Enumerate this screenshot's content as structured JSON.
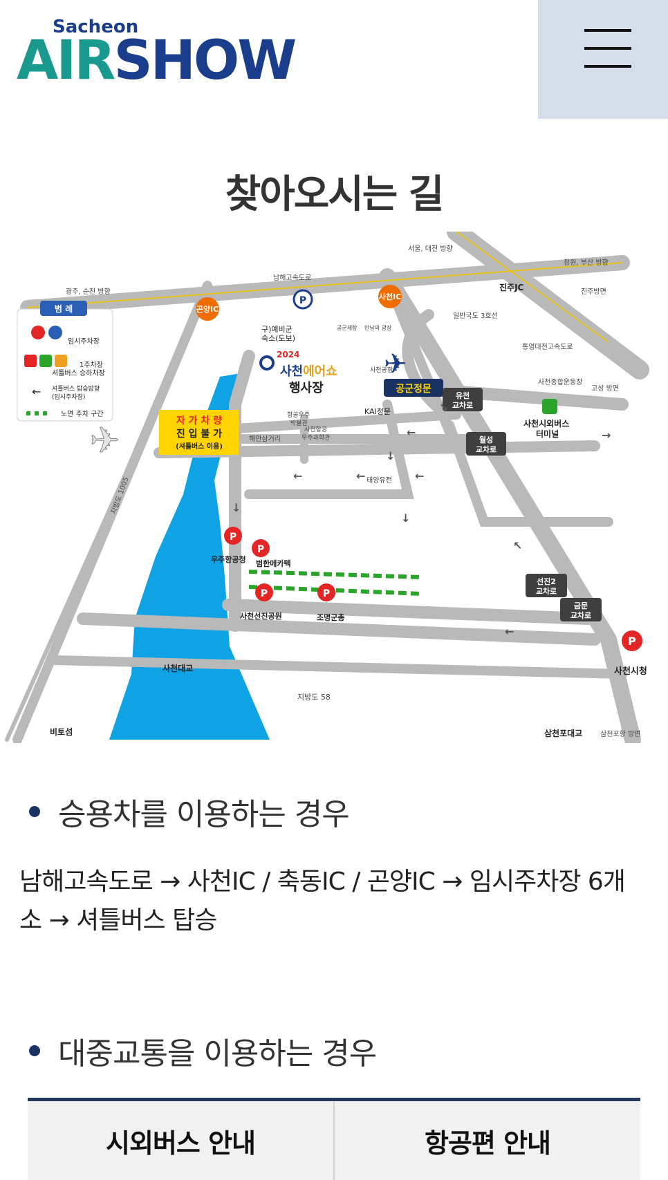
{
  "header": {
    "logo_small": "Sacheon",
    "logo_big_part1": "AIR",
    "logo_big_part2": "SHOW"
  },
  "page_title": "찾아오시는 길",
  "map": {
    "directions": {
      "top_center": "서울, 대전 방향",
      "top_right": "창원, 부산 방향",
      "left": "광주, 순천 방향",
      "jinju": "진주방면",
      "goseong": "고성 방면",
      "samcheonpo": "삼천포항 방면"
    },
    "roads": {
      "namhae": "남해고속도로",
      "national33": "일반국도 3호선",
      "tongyeong": "통영대전고속도로",
      "local1005": "지방도 1005",
      "local58": "지방도 58",
      "haean": "해안삼거리",
      "taeyang": "태양유전"
    },
    "ic": {
      "gonyang": "곤양IC",
      "sacheon": "사천IC",
      "jinju": "진주JC"
    },
    "legend": {
      "title": "범 례",
      "temp_parking": "임시주차장",
      "shuttle_line1": "1주차장",
      "shuttle_line2": "셔틀버스 승하차장",
      "direction_line1": "셔틀버스 탑승방향",
      "direction_line2": "(임시주차장)",
      "street_parking": "노면 주차 구간"
    },
    "places": {
      "reserve_line1": "구)예비군",
      "reserve_line2": "숙소(도보)",
      "gate_line1": "공군제탑",
      "gate_line2": "만남의 광장",
      "event_year": "2024",
      "event_name1": "사천",
      "event_name2": "에어쇼",
      "event_hall": "행사장",
      "airport": "사천공항",
      "af_gate": "공군정문",
      "kai": "KAI정문",
      "museum_line1": "항공우주",
      "museum_line2": "박물관",
      "science_line1": "사천항공",
      "science_line2": "우주과학관",
      "stadium": "사천종합운동장",
      "terminal_line1": "사천시외버스",
      "terminal_line2": "터미널",
      "aerospace_agency": "우주항공청",
      "bumhan": "범한메카텍",
      "park": "사천선진공원",
      "jomyeong": "조명군총",
      "bridge": "사천대교",
      "bitoseom": "비토섬",
      "samcheonpo_bridge": "삼천포대교",
      "cityhall": "사천시청"
    },
    "intersections": {
      "yucheon1": "유천",
      "yucheon2": "교차로",
      "wolseong1": "월성",
      "wolseong2": "교차로",
      "seonjin1": "선진2",
      "seonjin2": "교차로",
      "geummun1": "금문",
      "geummun2": "교차로"
    },
    "notice": {
      "line1": "자 가 차 량",
      "line2": "진 입 불 가",
      "line3": "(셔틀버스 이용)"
    },
    "colors": {
      "river": "#0fa3e6",
      "road": "#b9b9b9",
      "ic": "#ef6c00",
      "pin": "#e32525",
      "badge": "#3f3f3f",
      "notice": "#ffd400"
    }
  },
  "section_car": {
    "title": "승용차를 이용하는 경우",
    "description": "남해고속도로 → 사천IC / 축동IC / 곤양IC → 임시주차장 6개소 → 셔틀버스 탑승"
  },
  "section_public": {
    "title": "대중교통을 이용하는 경우"
  },
  "tabs": [
    {
      "label": "시외버스 안내"
    },
    {
      "label": "항공편 안내"
    }
  ]
}
